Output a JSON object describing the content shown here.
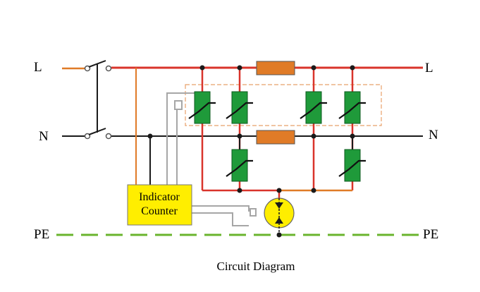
{
  "labels": {
    "l_left": "L",
    "l_right": "L",
    "n_left": "N",
    "n_right": "N",
    "pe_left": "PE",
    "pe_right": "PE"
  },
  "indicator": {
    "line1": "Indicator",
    "line2": "Counter"
  },
  "caption": "Circuit Diagram",
  "colors": {
    "live": "#d9342b",
    "neutral": "#1a1a1a",
    "pe": "#6ab42d",
    "orange": "#e07b27",
    "varistor": "#1f9a3a",
    "indicator_fill": "#ffee00",
    "gray": "#a6a6a6"
  }
}
